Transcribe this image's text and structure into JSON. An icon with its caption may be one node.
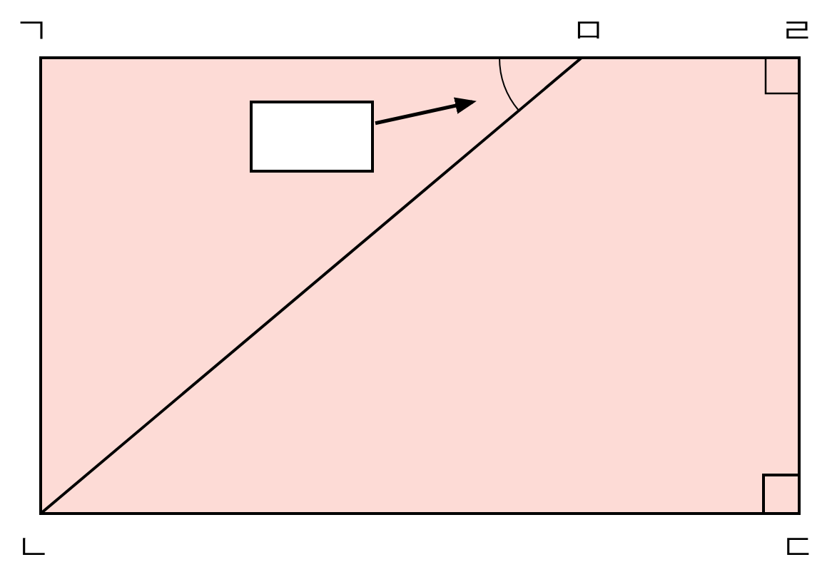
{
  "diagram": {
    "nodes": [
      {
        "text": [],
        "shape": "box"
      },
      {
        "text": [],
        "shape": "arc"
      }
    ],
    "edges": [
      {
        "from": 0,
        "to": 1,
        "arrow": "to"
      }
    ],
    "labels": [
      "ㄱ",
      "ㅁ",
      "ㄹ",
      "ㄴ",
      "ㄷ"
    ]
  }
}
